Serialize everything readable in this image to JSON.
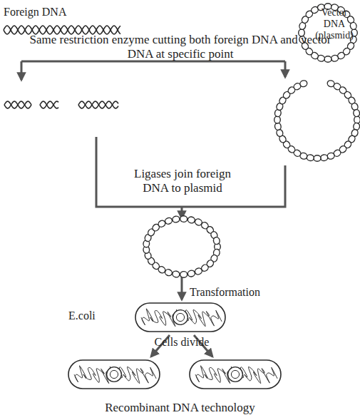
{
  "diagram": {
    "caption": "Recombinant DNA technology",
    "nodes": [
      {
        "text": [
          "Foreign DNA"
        ]
      },
      {
        "text": [
          "Vector DNA (plasmid)"
        ]
      },
      {
        "text": [
          "E.coli"
        ]
      }
    ],
    "labels": [
      "Same restriction enzyme cutting both foreign DNA and vector DNA at specific point",
      "Ligases join foreign DNA to plasmid",
      "Transformation",
      "Cells divide"
    ]
  }
}
